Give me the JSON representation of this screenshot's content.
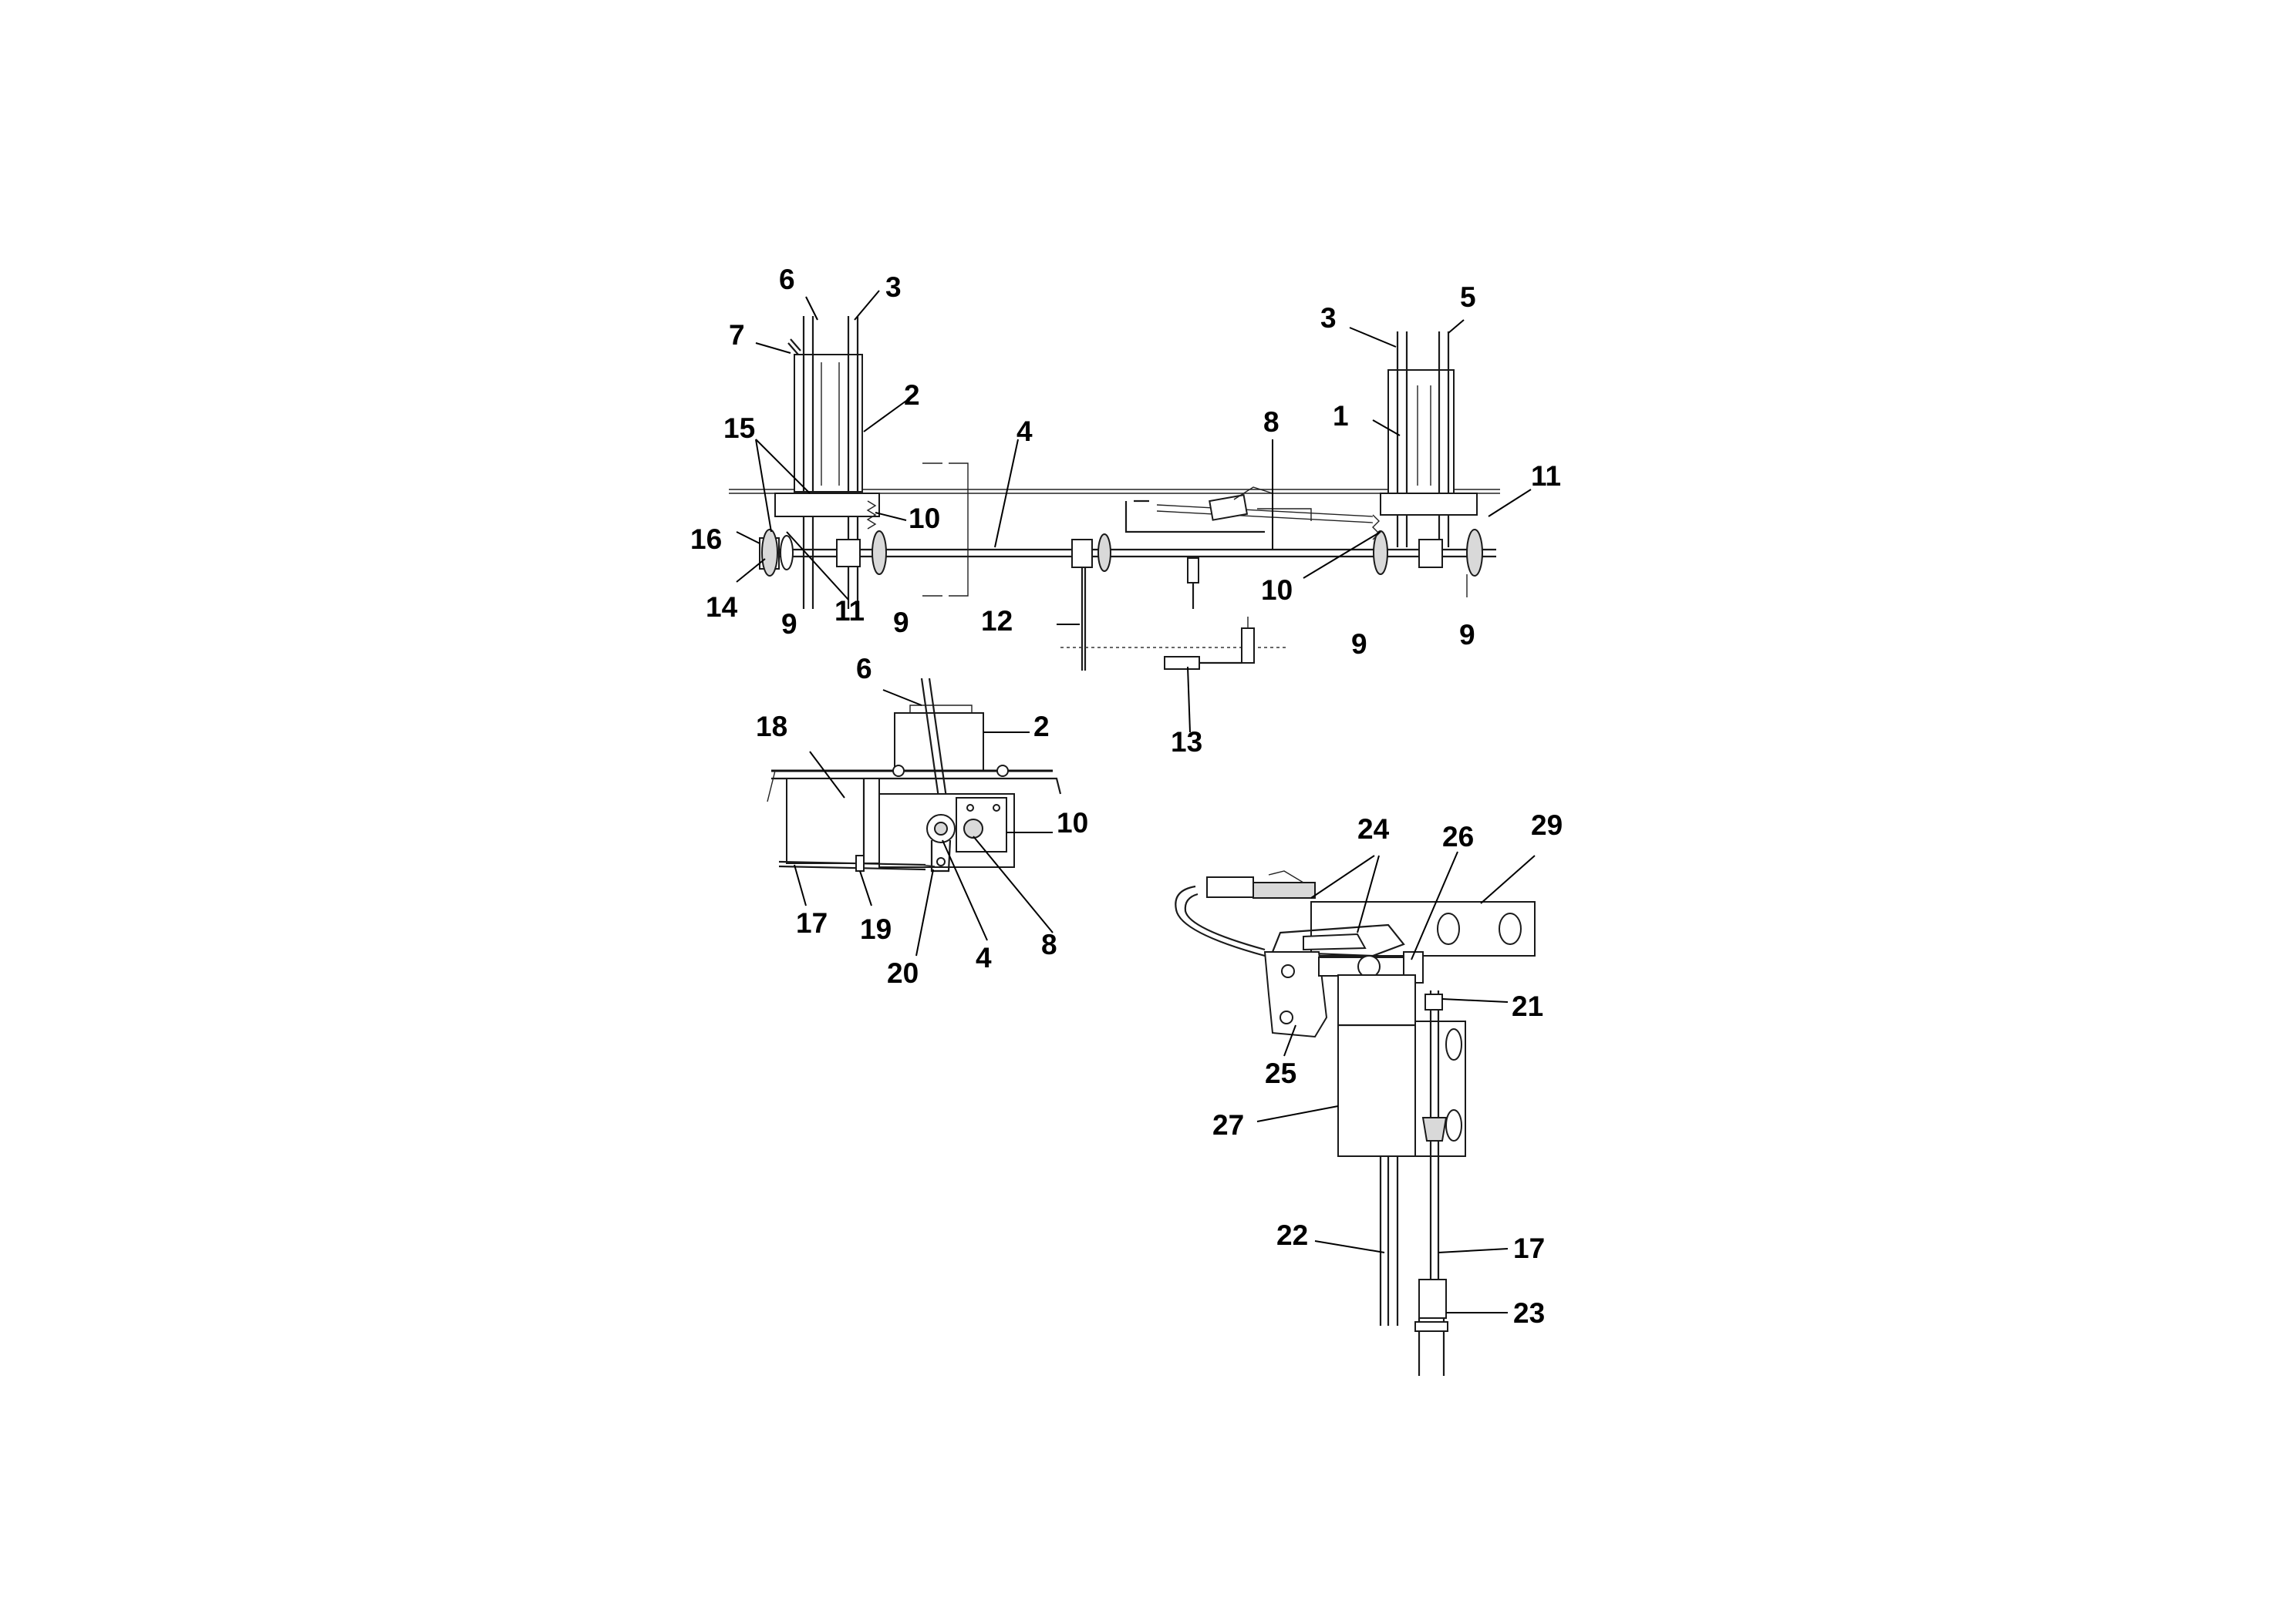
{
  "callouts": {
    "c1": "1",
    "c2": "2",
    "c3": "3",
    "c4": "4",
    "c5": "5",
    "c6": "6",
    "c7": "7",
    "c8": "8",
    "c9": "9",
    "c10": "10",
    "c11": "11",
    "c12": "12",
    "c13": "13",
    "c14": "14",
    "c15": "15",
    "c16": "16",
    "c17": "17",
    "c18": "18",
    "c19": "19",
    "c20": "20",
    "c21": "21",
    "c22": "22",
    "c23": "23",
    "c24": "24",
    "c25": "25",
    "c26": "26",
    "c27": "27",
    "c29": "29"
  }
}
